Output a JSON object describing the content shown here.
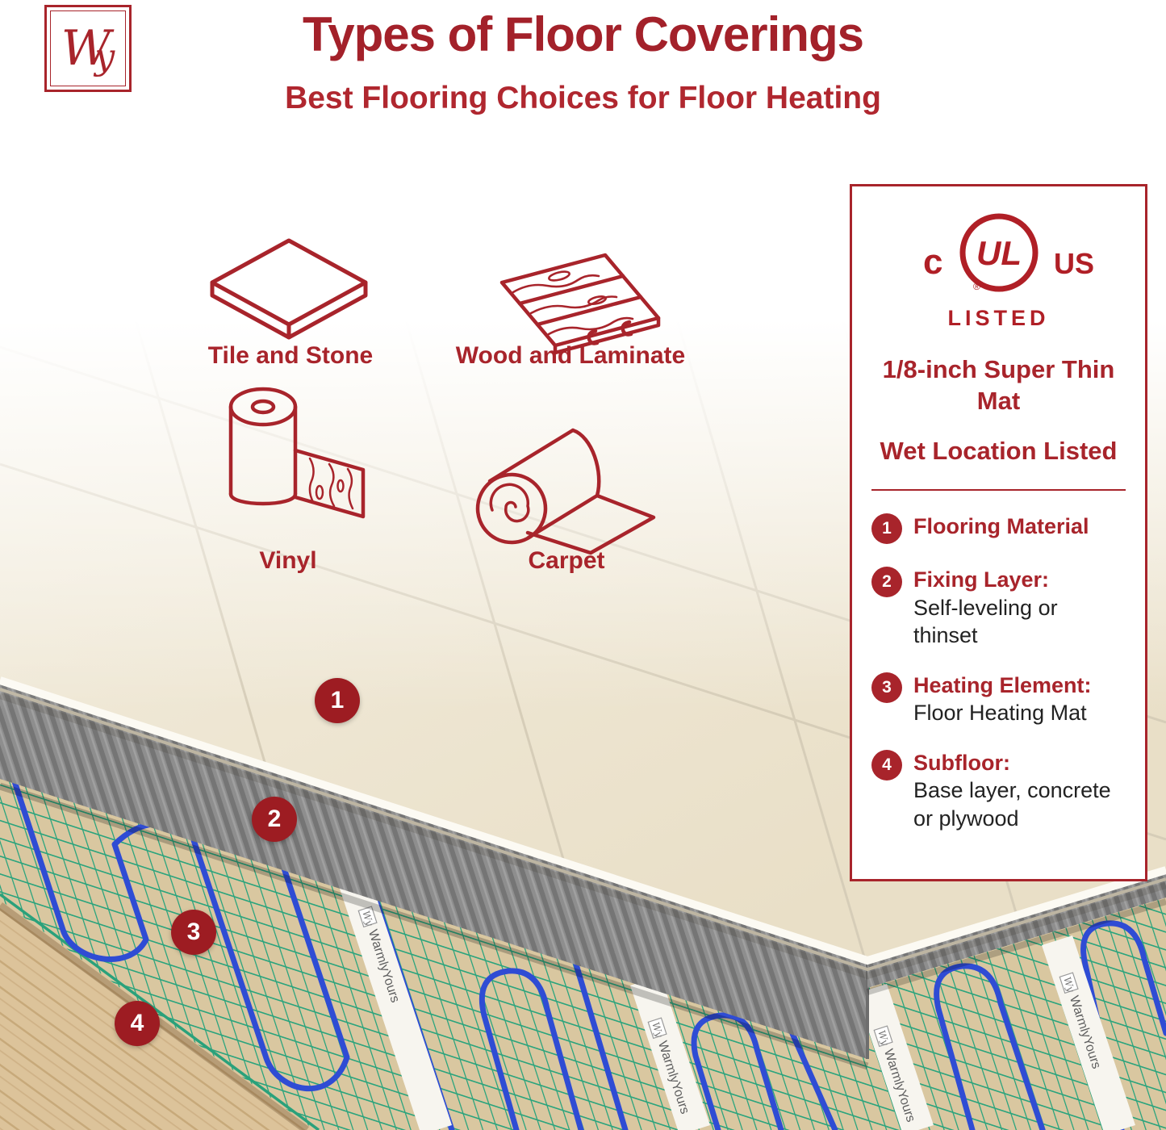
{
  "brand": {
    "logo_w": "W",
    "logo_y": "y"
  },
  "header": {
    "title": "Types of Floor Coverings",
    "subtitle": "Best Flooring Choices for Floor Heating"
  },
  "flooring_types": [
    {
      "label": "Tile and Stone"
    },
    {
      "label": "Wood and Laminate"
    },
    {
      "label": "Vinyl"
    },
    {
      "label": "Carpet"
    }
  ],
  "certification": {
    "prefix": "c",
    "mark": "UL",
    "suffix": "US",
    "registered": "®",
    "listed": "LISTED"
  },
  "panel": {
    "headline_primary": "1/8-inch Super Thin Mat",
    "headline_secondary": "Wet Location Listed",
    "items": [
      {
        "number": "1",
        "title": "Flooring Material",
        "description": ""
      },
      {
        "number": "2",
        "title": "Fixing Layer:",
        "description": "Self-leveling or thinset"
      },
      {
        "number": "3",
        "title": "Heating Element:",
        "description": "Floor Heating Mat"
      },
      {
        "number": "4",
        "title": "Subfloor:",
        "description": "Base layer, concrete or plywood"
      }
    ]
  },
  "illustration": {
    "tape_logo": "Wy",
    "tape_label": "WarmlyYours",
    "callouts": [
      {
        "number": "1"
      },
      {
        "number": "2"
      },
      {
        "number": "3"
      },
      {
        "number": "4"
      }
    ]
  },
  "colors": {
    "brand_red": "#a8242b",
    "callout_red": "#9d1c22",
    "wire_blue": "#2f4cd4",
    "mesh_green": "#2ba47d",
    "mortar_gray": "#8e8e8e",
    "subfloor_tan": "#d9c7a0",
    "tile_cream": "#f2ecdd"
  }
}
